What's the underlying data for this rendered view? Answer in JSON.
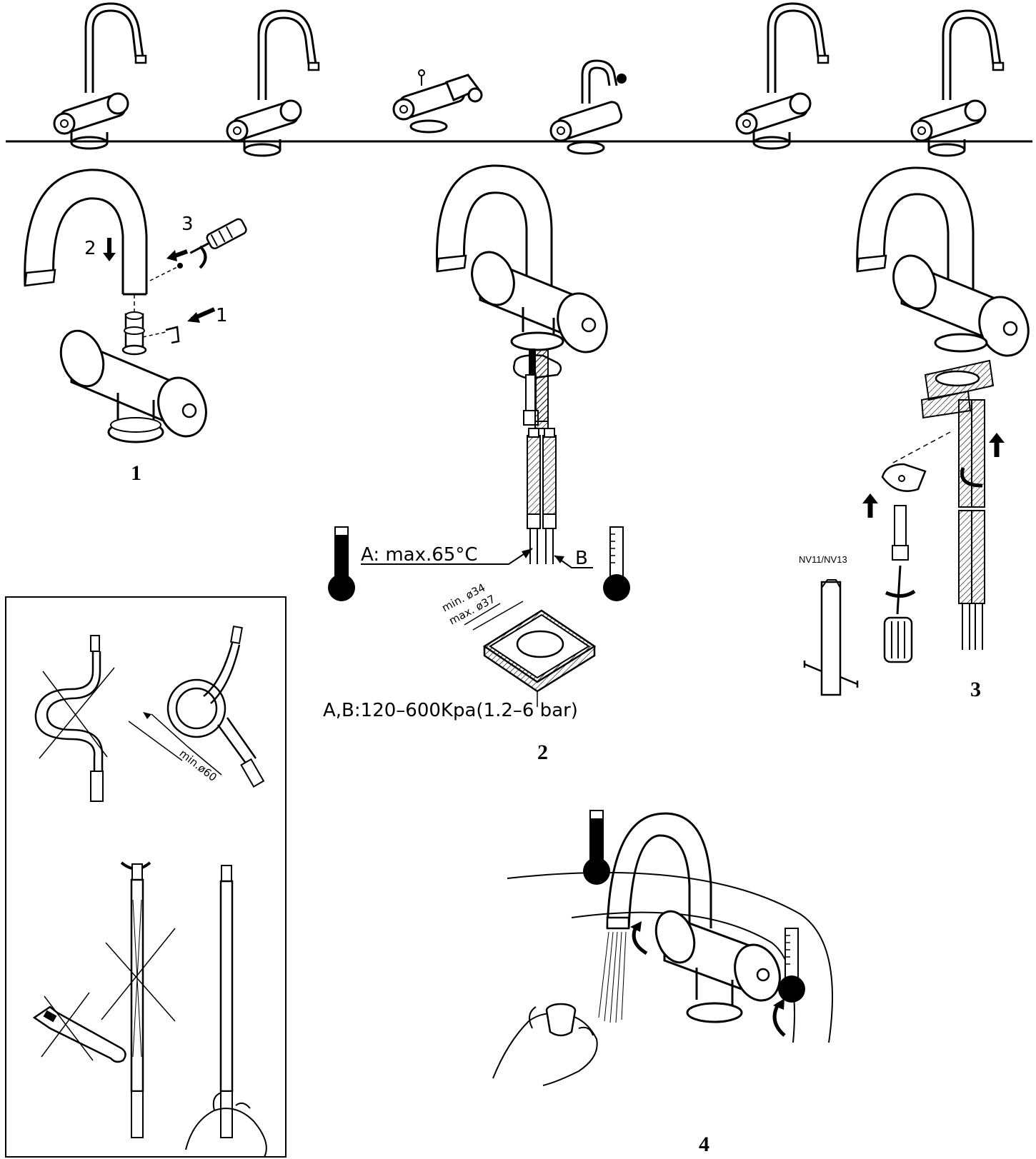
{
  "steps": {
    "s1": "1",
    "s2": "2",
    "s3": "3",
    "s4": "4"
  },
  "step1": {
    "arrow_1": "1",
    "arrow_2": "2",
    "arrow_3": "3"
  },
  "step2": {
    "label_a": "A: max.65°C",
    "label_b": "B",
    "hole_min": "min. ø34",
    "hole_max": "max. ø37",
    "pressure": "A,B:120–600Kpa(1.2–6 bar)"
  },
  "step3": {
    "wrench_label": "NV11/NV13"
  },
  "hose_box": {
    "bend_radius": "min.ø60"
  },
  "variants": [
    "variant-1",
    "variant-2",
    "variant-3",
    "variant-4",
    "variant-5",
    "variant-6"
  ]
}
